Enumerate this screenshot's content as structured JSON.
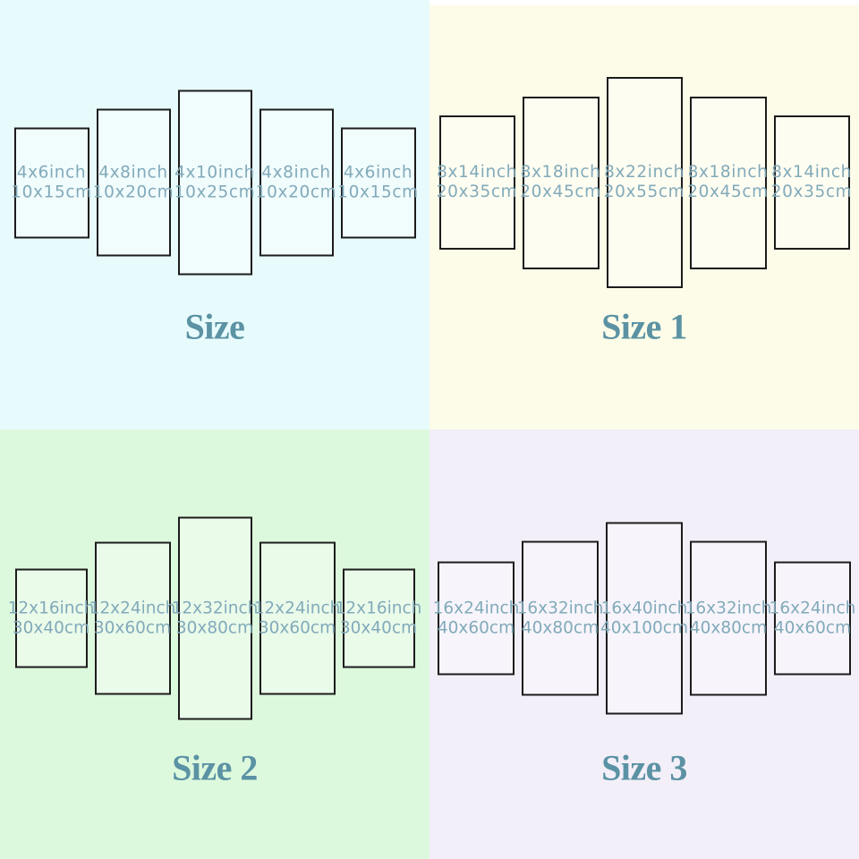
{
  "colors": {
    "page_bg": "#ffffff",
    "panel_border": "#1c1c1c",
    "panel_fill": "rgba(255,255,255,0.38)",
    "label_text": "#82aaba",
    "title_text": "#5b92a4"
  },
  "quadrants": [
    {
      "key": "size",
      "title": "Size",
      "background": "#e8fbfc",
      "top_strip": false,
      "panels": [
        {
          "inch": "4x6inch",
          "cm": "10x15cm"
        },
        {
          "inch": "4x8inch",
          "cm": "10x20cm"
        },
        {
          "inch": "4x10inch",
          "cm": "10x25cm"
        },
        {
          "inch": "4x8inch",
          "cm": "10x20cm"
        },
        {
          "inch": "4x6inch",
          "cm": "10x15cm"
        }
      ]
    },
    {
      "key": "size-1",
      "title": "Size 1",
      "background": "#fdfce8",
      "top_strip": true,
      "panels": [
        {
          "inch": "8x14inch",
          "cm": "20x35cm"
        },
        {
          "inch": "8x18inch",
          "cm": "20x45cm"
        },
        {
          "inch": "8x22inch",
          "cm": "20x55cm"
        },
        {
          "inch": "8x18inch",
          "cm": "20x45cm"
        },
        {
          "inch": "8x14inch",
          "cm": "20x35cm"
        }
      ]
    },
    {
      "key": "size-2",
      "title": "Size 2",
      "background": "#ddf9dd",
      "top_strip": false,
      "panels": [
        {
          "inch": "12x16inch",
          "cm": "30x40cm"
        },
        {
          "inch": "12x24inch",
          "cm": "30x60cm"
        },
        {
          "inch": "12x32inch",
          "cm": "30x80cm"
        },
        {
          "inch": "12x24inch",
          "cm": "30x60cm"
        },
        {
          "inch": "12x16inch",
          "cm": "30x40cm"
        }
      ]
    },
    {
      "key": "size-3",
      "title": "Size 3",
      "background": "#f3eff8",
      "top_strip": false,
      "panels": [
        {
          "inch": "16x24inch",
          "cm": "40x60cm"
        },
        {
          "inch": "16x32inch",
          "cm": "40x80cm"
        },
        {
          "inch": "16x40inch",
          "cm": "40x100cm"
        },
        {
          "inch": "16x32inch",
          "cm": "40x80cm"
        },
        {
          "inch": "16x24inch",
          "cm": "40x60cm"
        }
      ]
    }
  ]
}
